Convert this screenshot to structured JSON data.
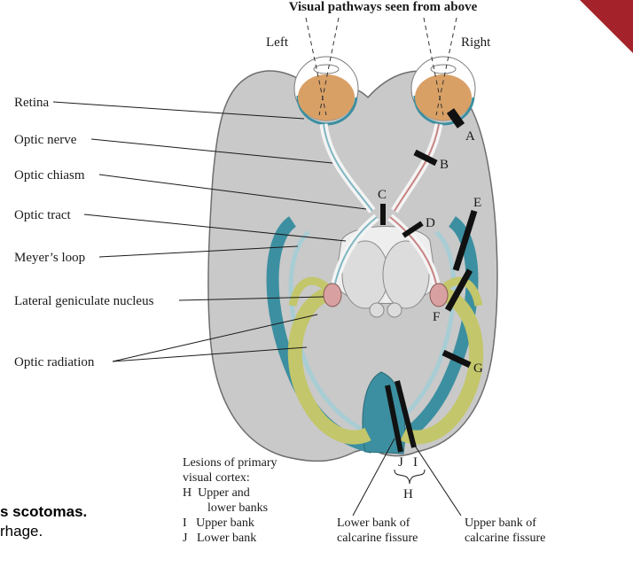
{
  "title": "Visual pathways seen from above",
  "eyes": {
    "left": "Left",
    "right": "Right"
  },
  "structures": [
    "Retina",
    "Optic nerve",
    "Optic chiasm",
    "Optic tract",
    "Meyer’s loop",
    "Lateral geniculate nucleus",
    "Optic radiation"
  ],
  "lesions": [
    "A",
    "B",
    "C",
    "D",
    "E",
    "F",
    "G",
    "H",
    "I",
    "J"
  ],
  "legend": {
    "heading_line1": "Lesions of primary",
    "heading_line2": "visual cortex:",
    "h_line1": "H  Upper and",
    "h_line2": "lower banks",
    "i_line": "I   Upper bank",
    "j_line": "J   Lower bank"
  },
  "fissure": {
    "lower_line1": "Lower bank of",
    "lower_line2": "calcarine fissure",
    "upper_line1": "Upper bank of",
    "upper_line2": "calcarine fissure"
  },
  "slide": {
    "line1": "s scotomas.",
    "line2": "rhage."
  },
  "colors": {
    "brain": "#c9c9c9",
    "brain_outline": "#6e6e6e",
    "radiation": "#c3c66a",
    "cortex_blue": "#3c8fa0",
    "lgn": "#d8a0a0",
    "eye": "#d9a066",
    "lesion": "#111111",
    "corner_accent": "#a4232b"
  }
}
